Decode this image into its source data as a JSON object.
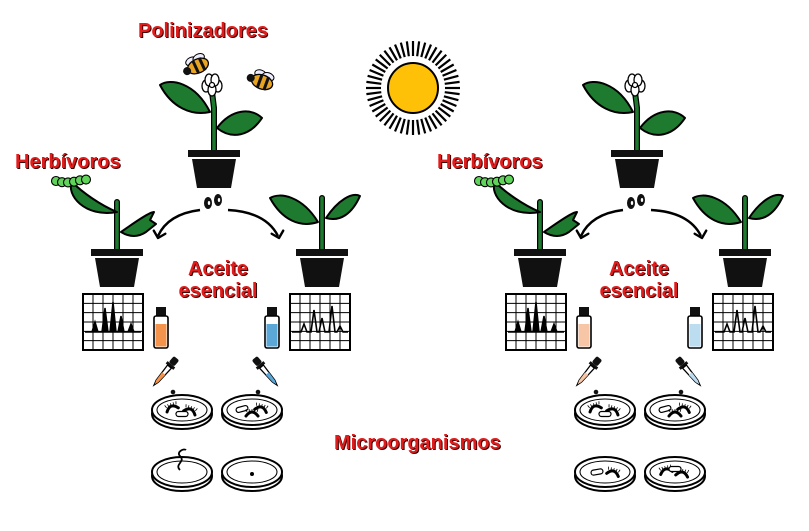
{
  "labels": {
    "pollinators": "Polinizadores",
    "herbivores_left": "Herbívoros",
    "herbivores_right": "Herbívoros",
    "essential_oil_left_line1": "Aceite",
    "essential_oil_left_line2": "esencial",
    "essential_oil_right_line1": "Aceite",
    "essential_oil_right_line2": "esencial",
    "microorganisms": "Microorganismos"
  },
  "colors": {
    "label_red": "#e01c1c",
    "leaf_green": "#1e7a2e",
    "caterpillar_green": "#5fd35a",
    "sun_yellow": "#ffc107",
    "pot_black": "#111111",
    "vial_orange_bright": "#f4944c",
    "vial_blue_bright": "#5aa7d8",
    "vial_orange_pale": "#f6c6a6",
    "vial_blue_pale": "#bcdcf0"
  },
  "icons": [
    "sun-icon",
    "bee-icon",
    "flower-icon",
    "plant-icon",
    "pot-icon",
    "seed-icon",
    "caterpillar-icon",
    "chromatogram-icon",
    "vial-icon",
    "dropper-icon",
    "petri-dish-icon",
    "bacteria-icon",
    "arrow-icon"
  ]
}
